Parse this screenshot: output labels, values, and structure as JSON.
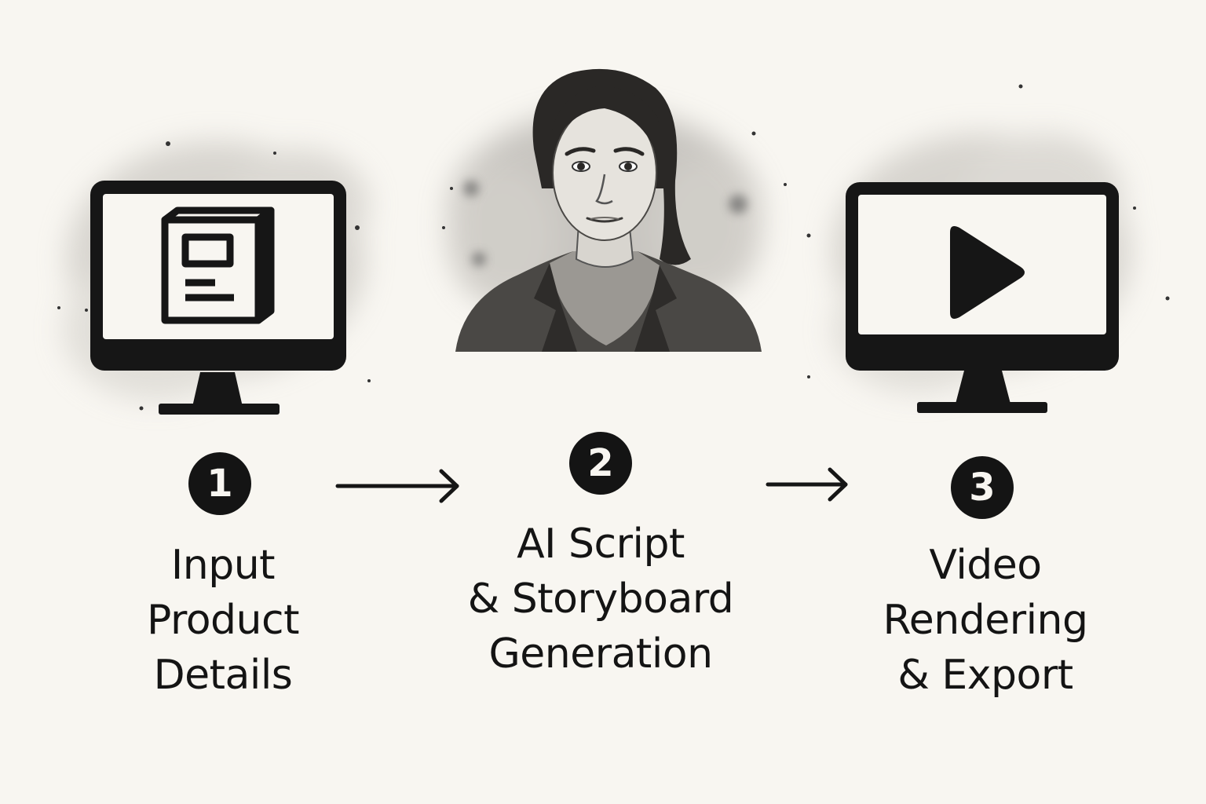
{
  "steps": [
    {
      "number": "1",
      "icon": "monitor-product-box-icon",
      "lines": [
        "Input",
        "Product",
        "Details"
      ]
    },
    {
      "number": "2",
      "icon": "woman-portrait",
      "lines": [
        "AI Script",
        "& Storyboard",
        "Generation"
      ]
    },
    {
      "number": "3",
      "icon": "monitor-play-icon",
      "lines": [
        "Video",
        "Rendering",
        "& Export"
      ]
    }
  ],
  "colors": {
    "background": "#f8f6f1",
    "ink": "#141414",
    "wash": "#c9c7c2"
  }
}
